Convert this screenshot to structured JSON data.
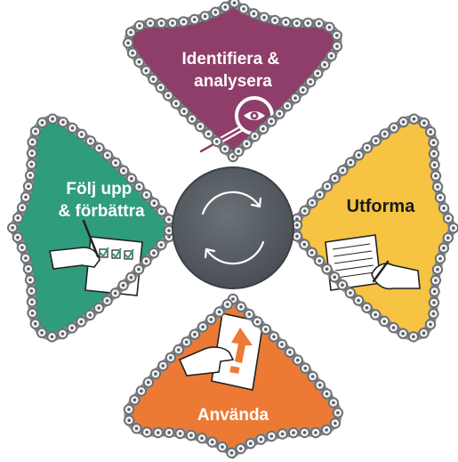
{
  "petals": [
    {
      "id": "identify",
      "lines": [
        "Identifiera &",
        "analysera"
      ],
      "color": "#8e3e68",
      "text_color": "#ffffff",
      "icon": "magnifier-eye-icon"
    },
    {
      "id": "design",
      "lines": [
        "Utforma"
      ],
      "color": "#f6c342",
      "text_color": "#1a1a1a",
      "icon": "hand-writing-document-icon"
    },
    {
      "id": "use",
      "lines": [
        "Använda"
      ],
      "color": "#ec7a35",
      "text_color": "#ffffff",
      "icon": "hand-holding-upload-document-icon"
    },
    {
      "id": "follow",
      "lines": [
        "Följ upp",
        "& förbättra"
      ],
      "color": "#2f9c7d",
      "text_color": "#ffffff",
      "icon": "hand-ticking-checklist-icon"
    }
  ],
  "center": {
    "color": "#545b61",
    "icon": "refresh-cycle-icon"
  },
  "chain": {
    "color": "#8d9197",
    "link_color": "#6b6f74"
  }
}
